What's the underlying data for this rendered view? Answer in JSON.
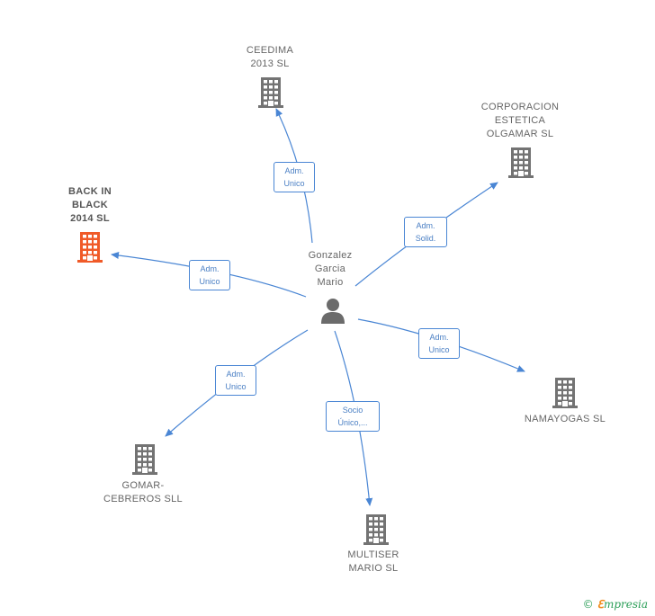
{
  "center": {
    "name_lines": [
      "Gonzalez",
      "Garcia",
      "Mario"
    ],
    "icon": "person-icon"
  },
  "companies": [
    {
      "id": "ceedima",
      "lines": [
        "CEEDIMA",
        "2013  SL"
      ],
      "icon": "building-icon",
      "highlight": false
    },
    {
      "id": "corporacion",
      "lines": [
        "CORPORACION",
        "ESTETICA",
        "OLGAMAR SL"
      ],
      "icon": "building-icon",
      "highlight": false
    },
    {
      "id": "backinblack",
      "lines": [
        "BACK IN",
        "BLACK",
        "2014  SL"
      ],
      "icon": "building-icon",
      "highlight": true
    },
    {
      "id": "namayogas",
      "lines": [
        "NAMAYOGAS SL"
      ],
      "icon": "building-icon",
      "highlight": false
    },
    {
      "id": "gomar",
      "lines": [
        "GOMAR-",
        "CEBREROS SLL"
      ],
      "icon": "building-icon",
      "highlight": false
    },
    {
      "id": "multiser",
      "lines": [
        "MULTISER",
        "MARIO SL"
      ],
      "icon": "building-icon",
      "highlight": false
    }
  ],
  "relations": [
    {
      "to": "ceedima",
      "lines": [
        "Adm.",
        "Unico"
      ]
    },
    {
      "to": "corporacion",
      "lines": [
        "Adm.",
        "Solid."
      ]
    },
    {
      "to": "backinblack",
      "lines": [
        "Adm.",
        "Unico"
      ]
    },
    {
      "to": "namayogas",
      "lines": [
        "Adm.",
        "Unico"
      ]
    },
    {
      "to": "gomar",
      "lines": [
        "Adm.",
        "Unico"
      ]
    },
    {
      "to": "multiser",
      "lines": [
        "Socio",
        "Único,..."
      ]
    }
  ],
  "colors": {
    "edge": "#4a86d4",
    "building": "#737373",
    "building_highlight": "#f05a28",
    "person": "#6b6b6b"
  },
  "branding": {
    "copyright": "©",
    "brand_first": "ℇ",
    "brand_rest": "mpresia"
  }
}
